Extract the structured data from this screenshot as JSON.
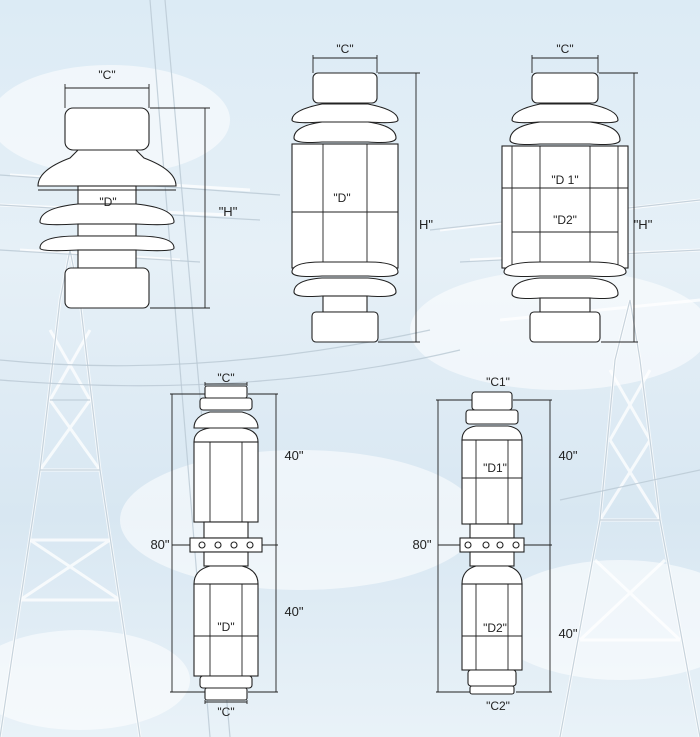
{
  "figures": {
    "fig1": {
      "width_label": "\"C\"",
      "diameter_label": "\"D\"",
      "height_label": "\"H\""
    },
    "fig2": {
      "width_label": "\"C\"",
      "diameter_label": "\"D\"",
      "height_label": "H\""
    },
    "fig3": {
      "width_label": "\"C\"",
      "diameter1_label": "\"D 1\"",
      "diameter2_label": "\"D2\"",
      "height_label": "\"H\""
    },
    "fig4": {
      "top_width_label": "\"C\"",
      "bottom_width_label": "\"C\"",
      "diameter_label": "\"D\"",
      "upper_height_label": "40\"",
      "lower_height_label": "40\"",
      "total_height_label": "80\""
    },
    "fig5": {
      "top_width_label": "\"C1\"",
      "bottom_width_label": "\"C2\"",
      "diameter1_label": "\"D1\"",
      "diameter2_label": "\"D2\"",
      "upper_height_label": "40\"",
      "lower_height_label": "40\"",
      "total_height_label": "80\""
    }
  },
  "colors": {
    "line": "#222222",
    "sky": "#dcebf5",
    "insulator_fill": "#ffffff"
  }
}
